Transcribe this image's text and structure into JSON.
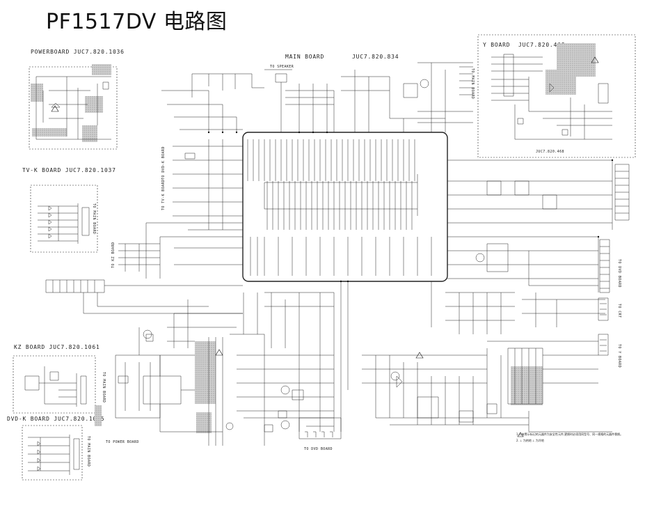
{
  "title": "PF1517DV 电路图",
  "boards": {
    "power": "POWERBOARD JUC7.820.1036",
    "tvk": "TV-K BOARD JUC7.820.1037",
    "kz": "KZ BOARD JUC7.820.1061",
    "dvdk": "DVD-K BOARD JUC7.820.1035",
    "main_title": "MAIN   BOARD",
    "main_code": "JUC7.820.834",
    "y_title": "Y BOARD",
    "y_code": "JUC7.820.468",
    "y_code_bottom": "JUC7.820.468"
  },
  "connectors": {
    "to_speaker": "TO SPEAKER",
    "to_main_board_tvk": "TO MAIN BOARD",
    "to_main_board_y": "TO MAIN BOARD",
    "to_main_board_kz": "TO MAIN BOARD",
    "to_main_board_dvdk": "TO MAIN BOARD",
    "to_dvdk_board": "TO DVD-K BOARD",
    "to_tvk_board": "TO TV-K BOARD",
    "to_power_board": "TO POWER BOARD",
    "to_dvd_board_bottom": "TO DVD BOARD",
    "to_dvd_board_right": "TO DVD BOARD",
    "to_crt": "TO CRT",
    "to_y_board": "TO Y BOARD",
    "to_kz_board": "TO KZ BOARD"
  },
  "notes": {
    "line1": "1.凡有警示标记的元器件为安全性元件,更换时必须用同型号、同一规格的元器件替换。",
    "line2": "2.  ⊥ 为热地    ⊥ 为冷地"
  }
}
